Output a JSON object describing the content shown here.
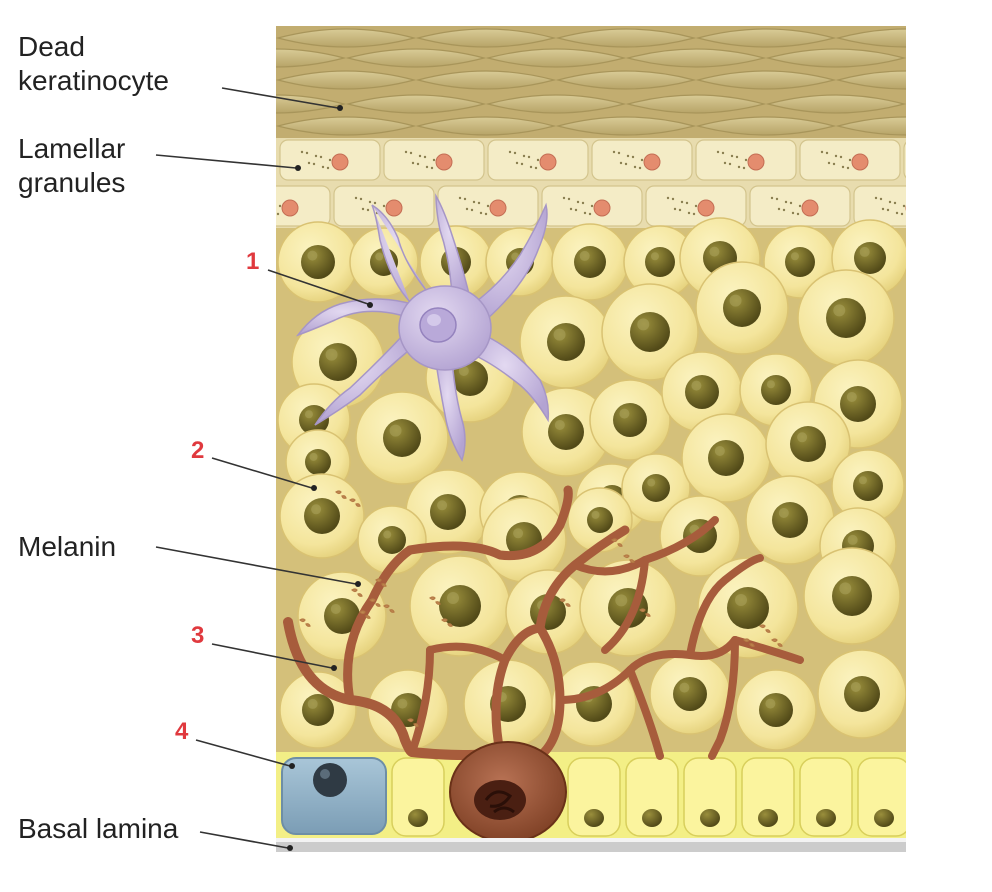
{
  "labels": {
    "dead_keratinocyte": [
      "Dead",
      "keratinocyte"
    ],
    "lamellar_granules": [
      "Lamellar",
      "granules"
    ],
    "melanin": "Melanin",
    "basal_lamina": "Basal lamina"
  },
  "numbers": [
    "1",
    "2",
    "3",
    "4"
  ],
  "colors": {
    "stratum_corneum": "#c2ad70",
    "granular_layer": "#f4ecc6",
    "cell_fill": "#f7eaa4",
    "nucleus": "#6a6225",
    "melanocyte": "#a75c3c",
    "langerhans_cell": "#cdbfe0",
    "merkel_cell": "#8fb0c7",
    "basal_layer": "#f3ef86",
    "basal_lamina": "#cccccc",
    "number_red": "#e0393e"
  }
}
